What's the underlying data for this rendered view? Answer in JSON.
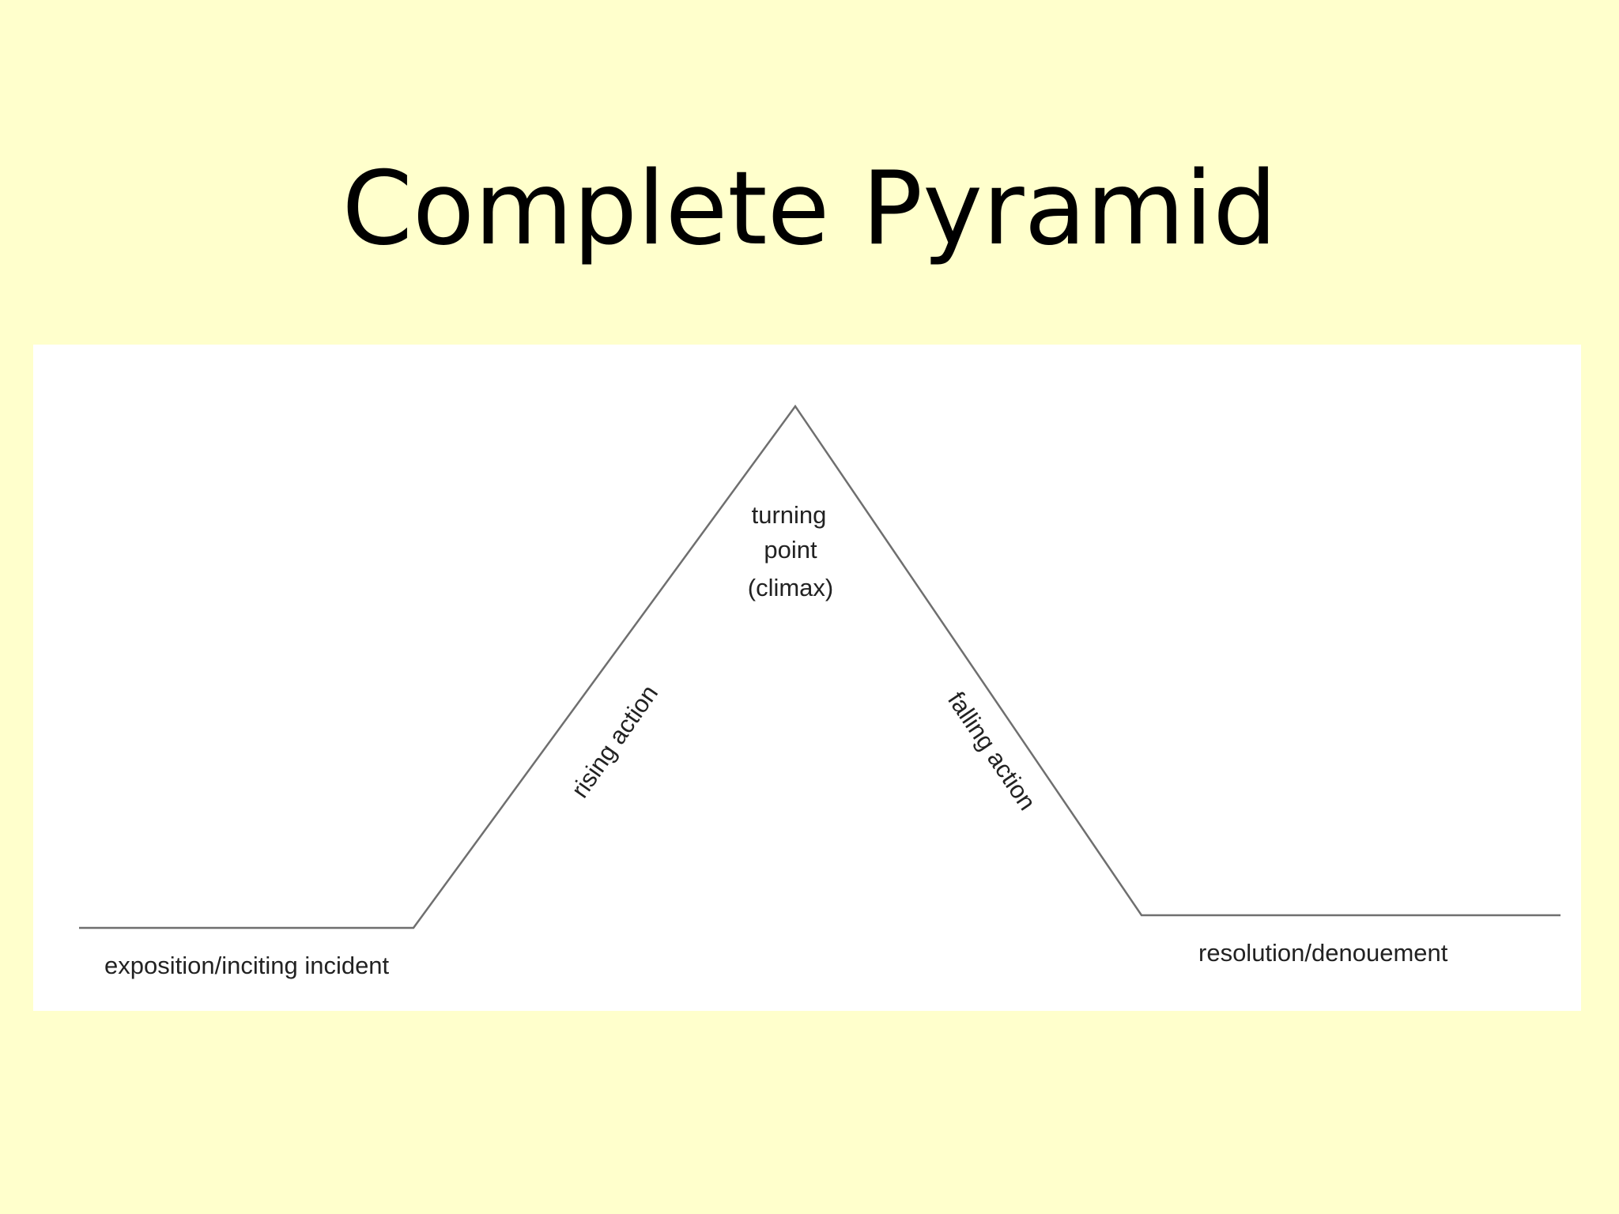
{
  "title": "Complete Pyramid",
  "diagram": {
    "labels": {
      "exposition": "exposition/inciting incident",
      "rising_action": "rising action",
      "climax": [
        "turning",
        "point",
        "(climax)"
      ],
      "falling_action": "falling action",
      "resolution": "resolution/denouement"
    }
  },
  "colors": {
    "background": "#ffffcc",
    "panel": "#ffffff",
    "line": "#6f6f6f",
    "text": "#222222"
  }
}
